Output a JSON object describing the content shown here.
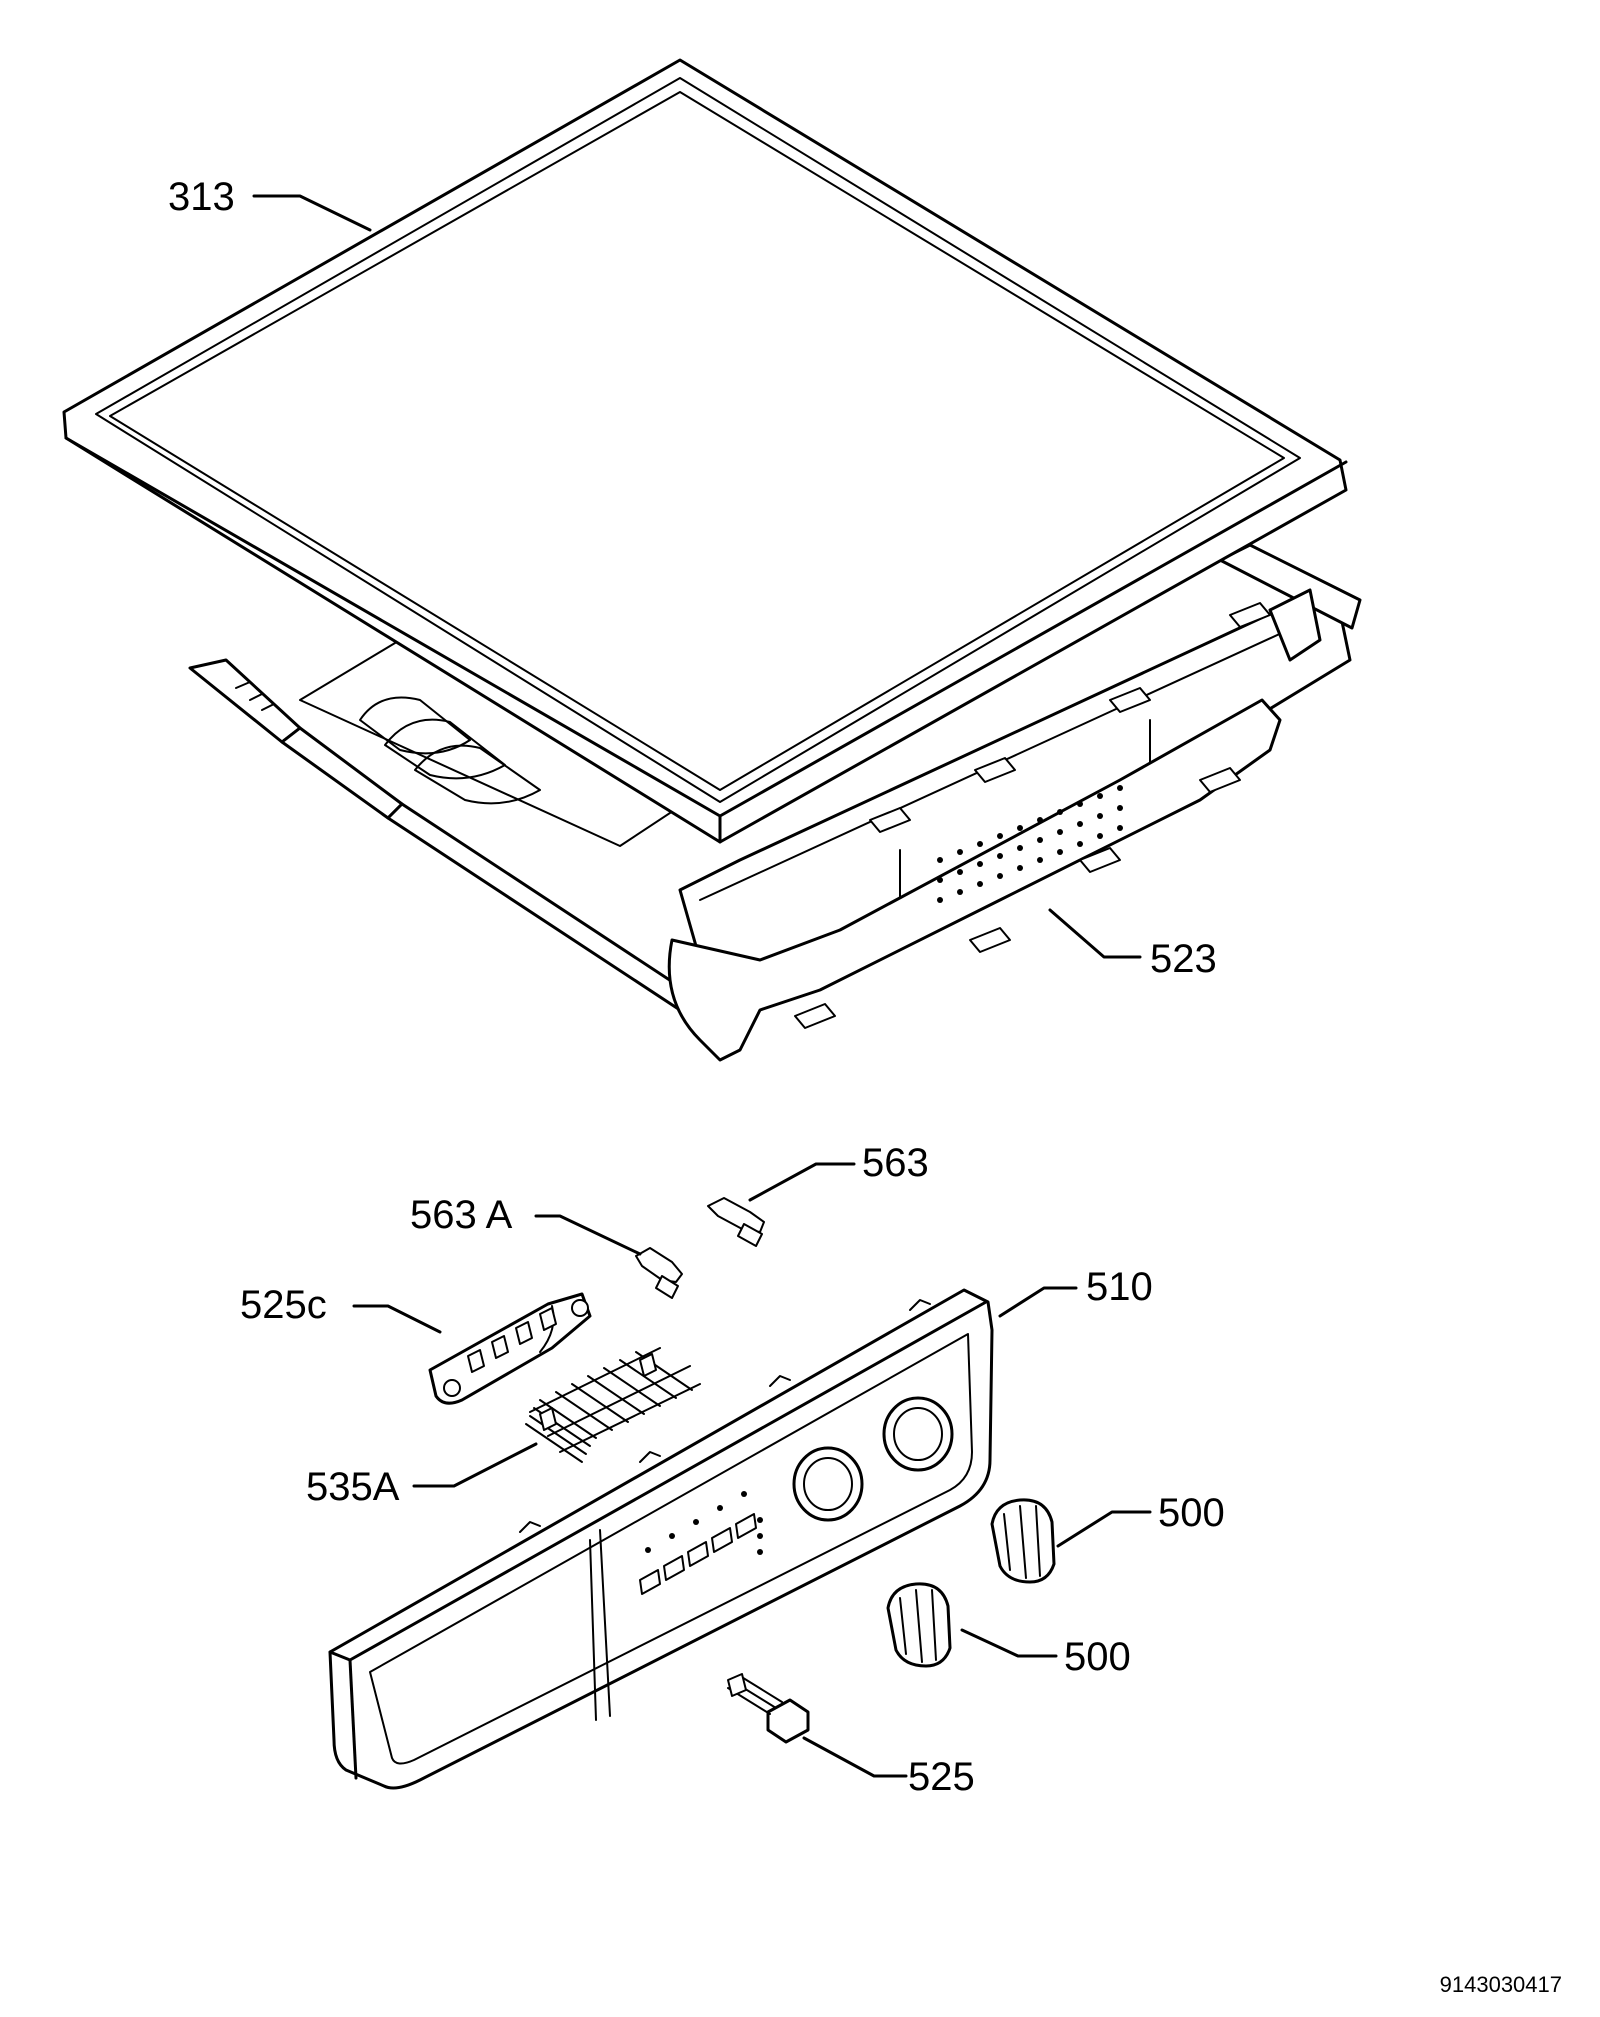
{
  "diagram": {
    "part_labels": {
      "p313": "313",
      "p523": "523",
      "p563": "563",
      "p563a": "563 A",
      "p525c": "525c",
      "p510": "510",
      "p535a": "535A",
      "p500a": "500",
      "p500b": "500",
      "p525": "525"
    },
    "drawing_number": "9143030417"
  }
}
